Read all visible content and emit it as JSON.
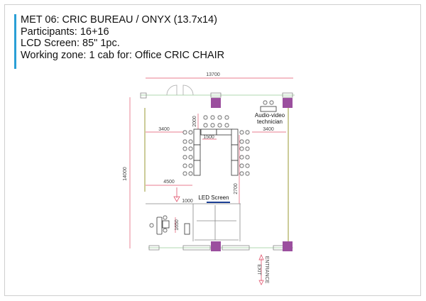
{
  "header": {
    "title": "MET 06: CRIC BUREAU / ONYX (13.7x14)",
    "participants": "Participants: 16+16",
    "screen": "LCD Screen: 85\" 1pc.",
    "working_zone": "Working zone: 1 cab for: Office CRIC CHAIR"
  },
  "plan": {
    "width_dim": "13700",
    "height_dim": "14000",
    "left_gap": "3400",
    "right_gap": "3400",
    "top_gap": "2000",
    "table_inner": "1500",
    "office_width": "4500",
    "office_door": "1000",
    "office_depth": "1650",
    "screen_gap": "2700",
    "led_screen": "LED Screen",
    "av_line1": "Audio-video",
    "av_line2": "technician",
    "entrance": "ENTRANCE",
    "exit": "EXIT"
  },
  "colors": {
    "accent": "#2a9fd6",
    "column": "#9b4f9e",
    "dimension": "#e0506a",
    "screen": "#1c3f94"
  }
}
